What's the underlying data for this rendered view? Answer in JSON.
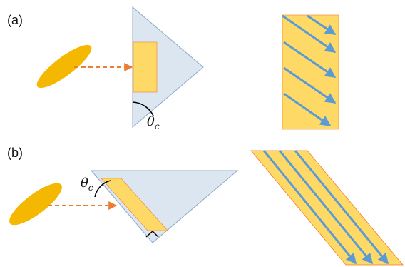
{
  "panels": {
    "a": {
      "label": "(a)"
    },
    "b": {
      "label": "(b)"
    }
  },
  "angle": {
    "symbol": "θ",
    "subscript": "c"
  },
  "colors": {
    "beam": "#F5B800",
    "prism": "#DCE6F1",
    "prism_edge": "#8EA9C8",
    "crystal": "#FFD966",
    "crystal_edge": "#ED7D31",
    "dashed_arrow": "#ED7D31",
    "ray": "#5B9BD5",
    "angle_arc": "#000000"
  },
  "icons": {
    "beam_spot": "ellipse",
    "incidence_arrow": "dashed-arrow-right",
    "ray_arrow": "arrow"
  }
}
